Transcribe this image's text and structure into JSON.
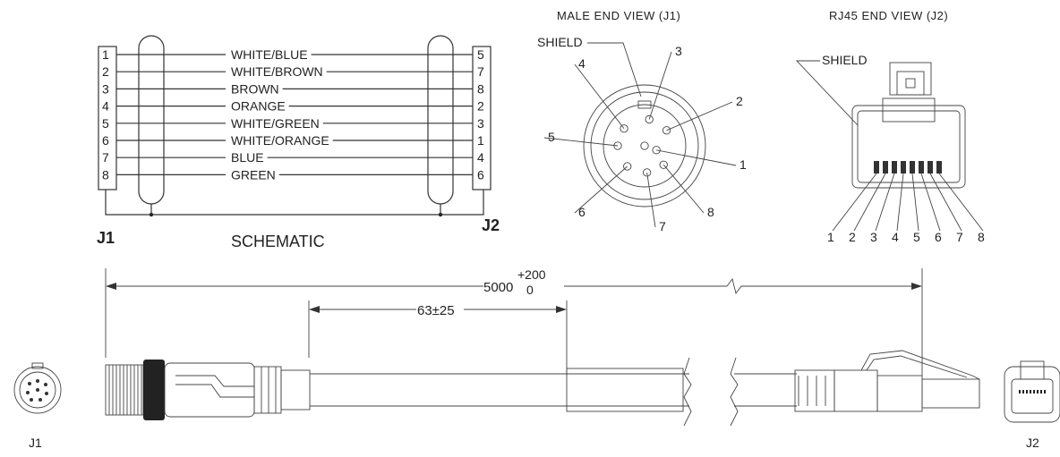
{
  "schematic": {
    "j1_pins": [
      "1",
      "2",
      "3",
      "4",
      "5",
      "6",
      "7",
      "8"
    ],
    "j2_pins": [
      "5",
      "7",
      "8",
      "2",
      "3",
      "1",
      "4",
      "6"
    ],
    "wires": [
      "WHITE/BLUE",
      "WHITE/BROWN",
      "BROWN",
      "ORANGE",
      "WHITE/GREEN",
      "WHITE/ORANGE",
      "BLUE",
      "GREEN"
    ],
    "j1_label": "J1",
    "j2_label": "J2",
    "caption": "SCHEMATIC"
  },
  "male_end": {
    "title": "MALE END VIEW (J1)",
    "shield_label": "SHIELD",
    "pins": [
      "1",
      "2",
      "3",
      "4",
      "5",
      "6",
      "7",
      "8"
    ]
  },
  "rj45_end": {
    "title": "RJ45 END VIEW (J2)",
    "shield_label": "SHIELD",
    "pins": [
      "1",
      "2",
      "3",
      "4",
      "5",
      "6",
      "7",
      "8"
    ]
  },
  "dimensions": {
    "overall_length": "5000",
    "tolerance_plus": "+200",
    "tolerance_minus": "0",
    "short_length": "63±25"
  },
  "side_view": {
    "j1_label": "J1",
    "j2_label": "J2"
  }
}
